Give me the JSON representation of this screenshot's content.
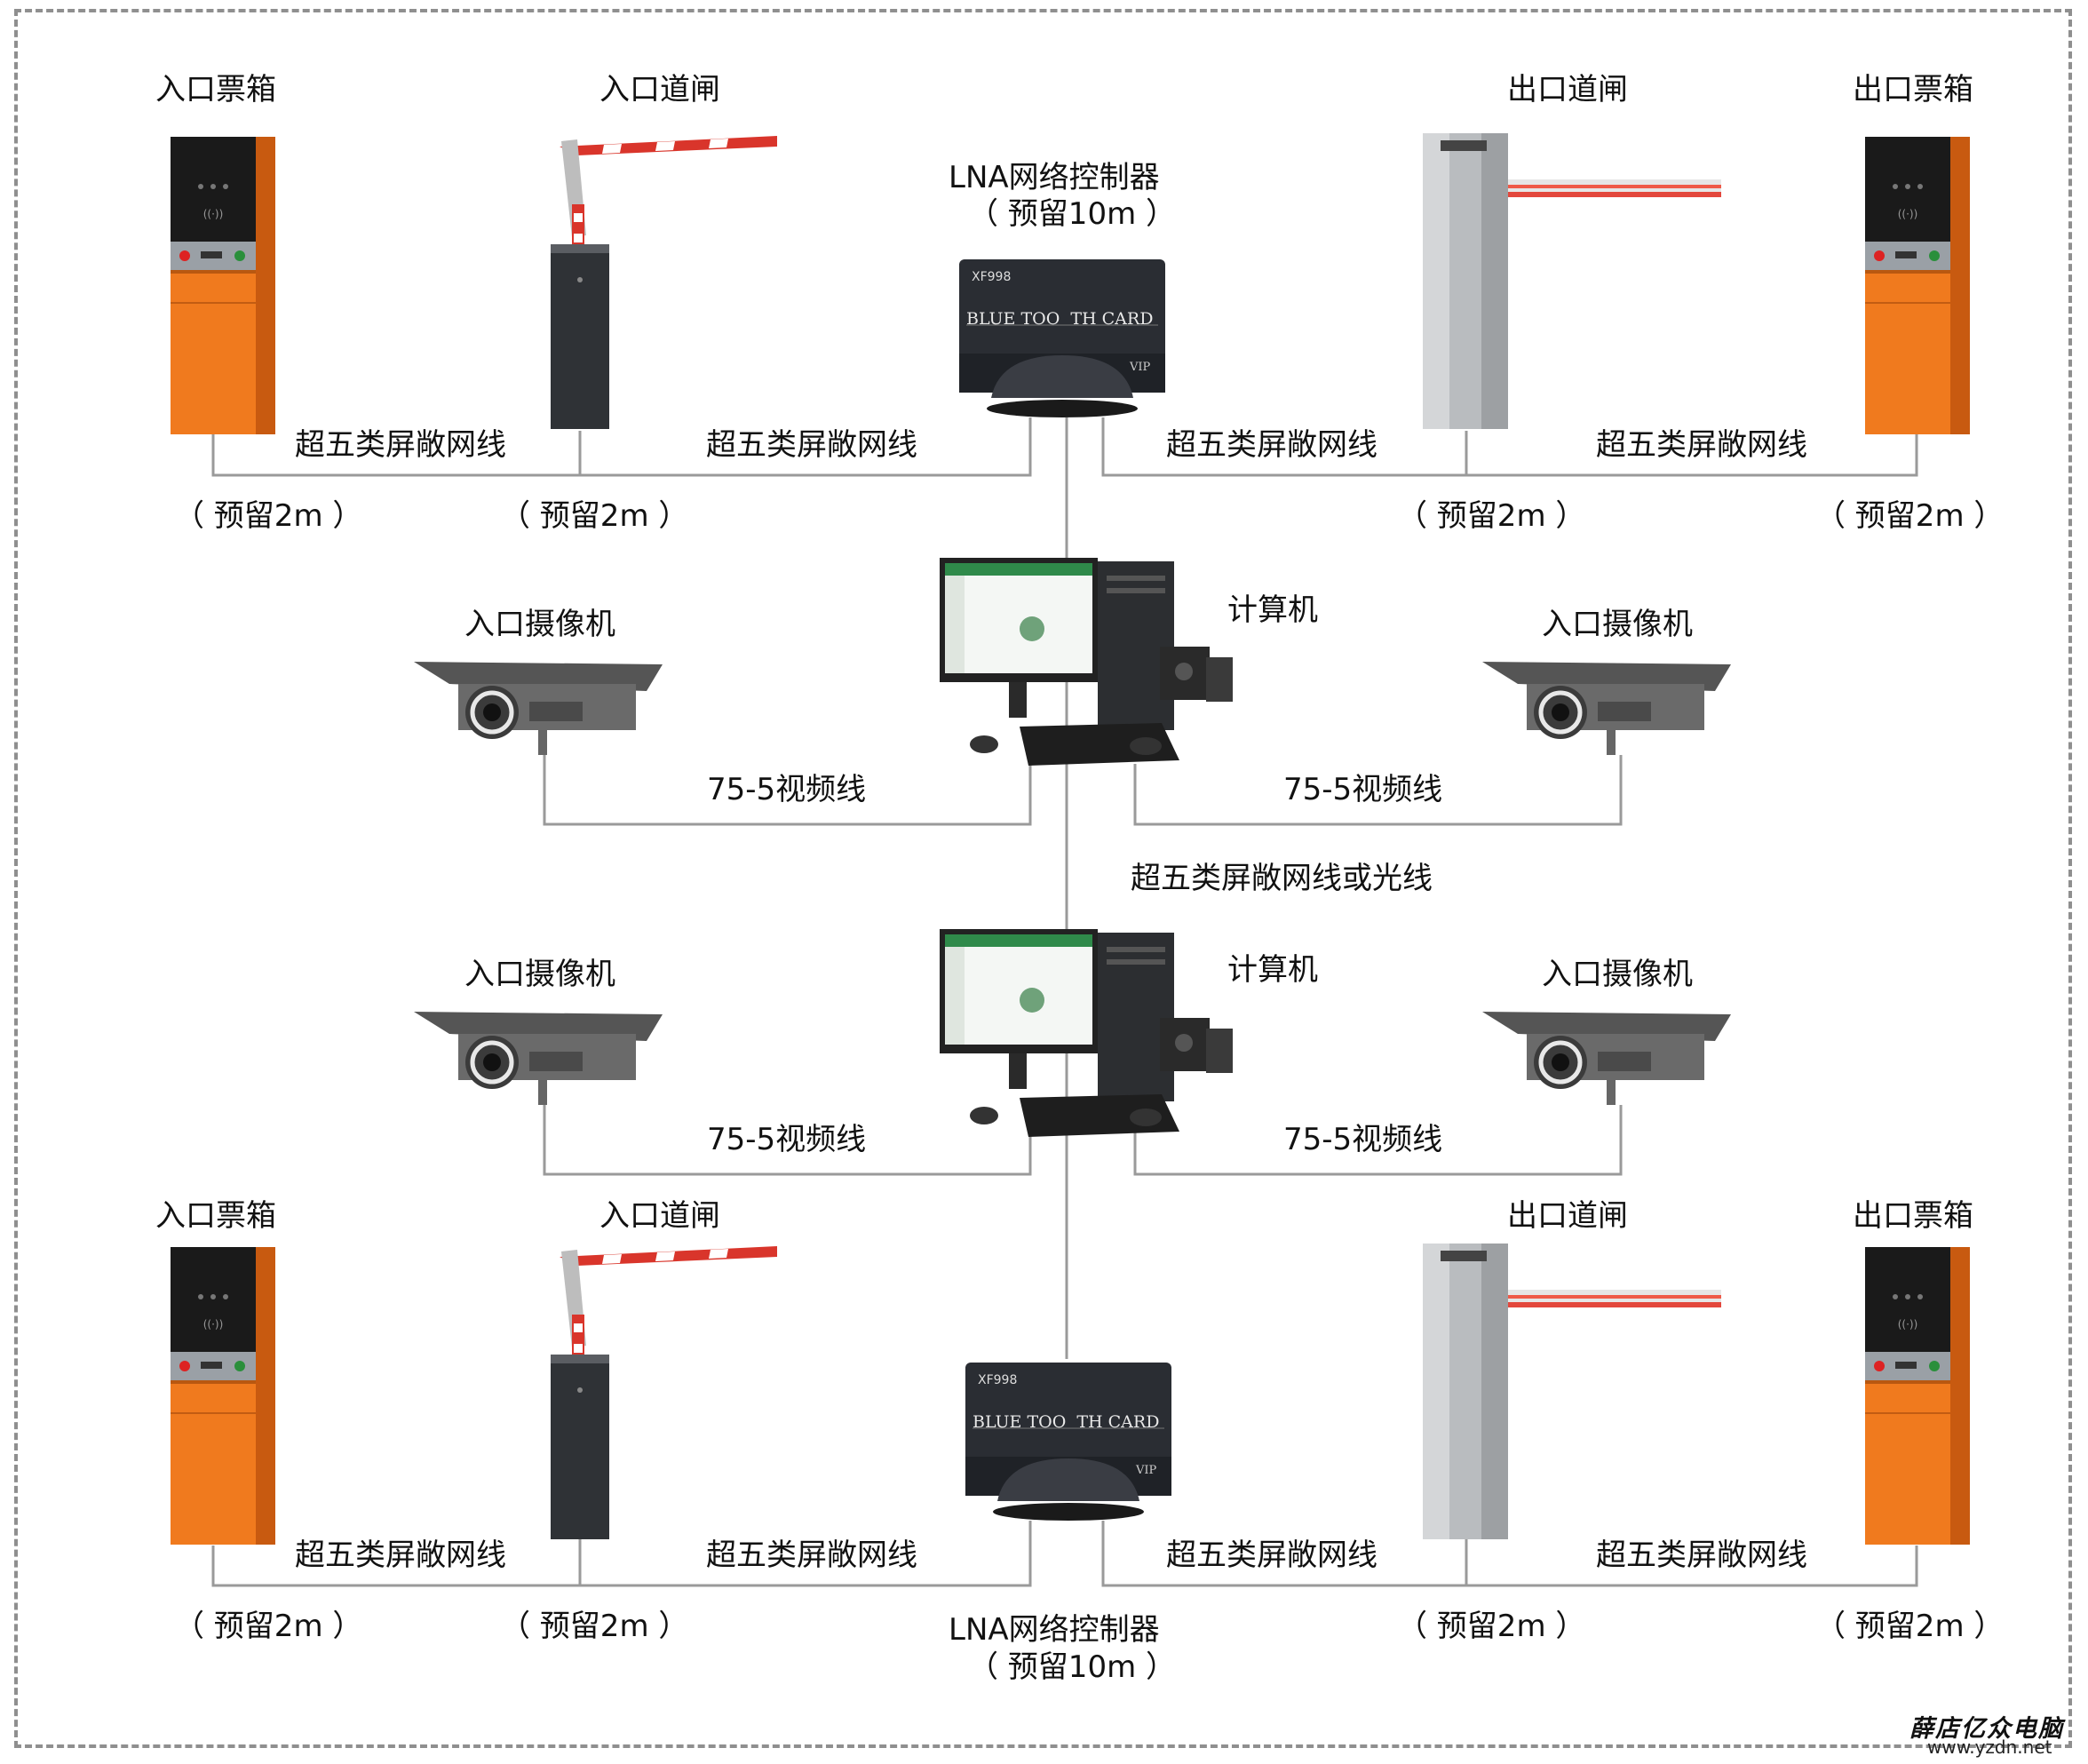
{
  "labels": {
    "entry_ticket_box": "入口票箱",
    "entry_gate": "入口道闸",
    "exit_gate": "出口道闸",
    "exit_ticket_box": "出口票箱",
    "controller": "LNA网络控制器",
    "controller_reserve": "（ 预留10m ）",
    "cat5e_shielded": "超五类屏敞网线",
    "reserve_2m": "（ 预留2m ）",
    "computer": "计算机",
    "entry_camera": "入口摄像机",
    "video_cable": "75-5视频线",
    "backbone_cable": "超五类屏敞网线或光线"
  },
  "device_text": {
    "controller_model": "XF998",
    "controller_brand": "BLUE TOO  TH CARD",
    "controller_vip": "VIP"
  },
  "watermark": {
    "name": "薛店亿众电脑",
    "url": "www.yzdn.net"
  },
  "colors": {
    "frame_dash": "#8f8f8f",
    "wire": "#9a9a9a",
    "ticket_orange": "#f07a1e",
    "ticket_dark": "#1a1a1a",
    "gate_dark": "#2f3236",
    "gate_arm_red": "#d9352b",
    "exit_gate_silver": "#b9bcbf",
    "controller_body": "#2a2d33",
    "camera_body": "#6a6a6a"
  },
  "icons": {
    "ticket_box": "ticket-box-icon",
    "entry_barrier": "barrier-gate-icon",
    "exit_barrier": "exit-barrier-gate-icon",
    "controller": "network-controller-icon",
    "computer": "computer-icon",
    "camera": "camera-icon"
  }
}
